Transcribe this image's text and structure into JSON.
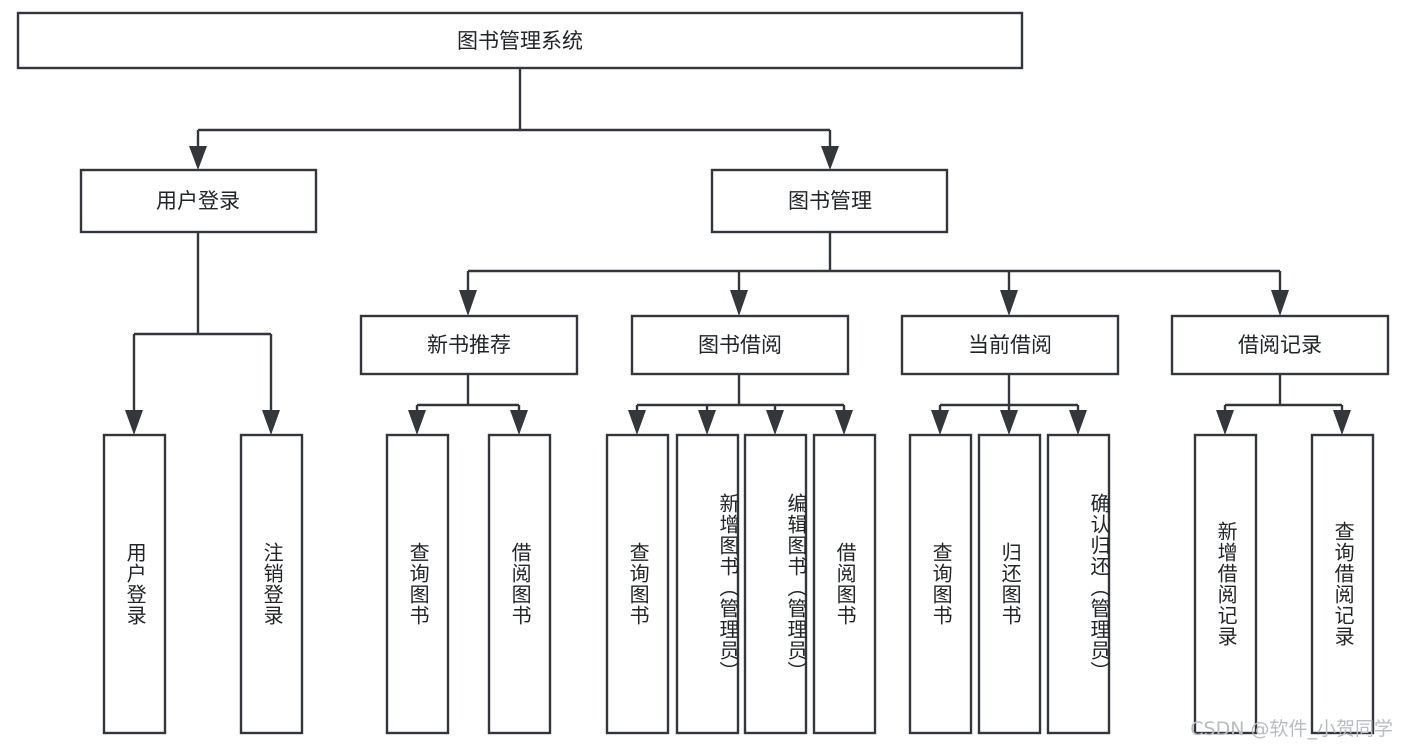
{
  "diagram": {
    "title": "图书管理系统",
    "type": "tree",
    "root": {
      "id": "root",
      "label": "图书管理系统",
      "orientation": "horizontal"
    },
    "level2": [
      {
        "id": "user-login",
        "label": "用户登录",
        "orientation": "horizontal"
      },
      {
        "id": "book-management",
        "label": "图书管理",
        "orientation": "horizontal"
      }
    ],
    "level3": [
      {
        "id": "new-book-recommend",
        "label": "新书推荐",
        "parent": "book-management",
        "orientation": "horizontal"
      },
      {
        "id": "book-borrow",
        "label": "图书借阅",
        "parent": "book-management",
        "orientation": "horizontal"
      },
      {
        "id": "current-borrow",
        "label": "当前借阅",
        "parent": "book-management",
        "orientation": "horizontal"
      },
      {
        "id": "borrow-record",
        "label": "借阅记录",
        "parent": "book-management",
        "orientation": "horizontal"
      }
    ],
    "leaves": [
      {
        "id": "leaf-user-login",
        "label": "用户登录",
        "parent": "user-login",
        "orientation": "vertical"
      },
      {
        "id": "leaf-user-logout",
        "label": "注销登录",
        "parent": "user-login",
        "orientation": "vertical"
      },
      {
        "id": "leaf-query-book-1",
        "label": "查询图书",
        "parent": "new-book-recommend",
        "orientation": "vertical"
      },
      {
        "id": "leaf-borrow-book-1",
        "label": "借阅图书",
        "parent": "new-book-recommend",
        "orientation": "vertical"
      },
      {
        "id": "leaf-query-book-2",
        "label": "查询图书",
        "parent": "book-borrow",
        "orientation": "vertical"
      },
      {
        "id": "leaf-add-book",
        "label": "新增图书（管理员）",
        "parent": "book-borrow",
        "orientation": "vertical"
      },
      {
        "id": "leaf-edit-book",
        "label": "编辑图书（管理员）",
        "parent": "book-borrow",
        "orientation": "vertical"
      },
      {
        "id": "leaf-borrow-book-2",
        "label": "借阅图书",
        "parent": "book-borrow",
        "orientation": "vertical"
      },
      {
        "id": "leaf-query-book-3",
        "label": "查询图书",
        "parent": "current-borrow",
        "orientation": "vertical"
      },
      {
        "id": "leaf-return-book",
        "label": "归还图书",
        "parent": "current-borrow",
        "orientation": "vertical"
      },
      {
        "id": "leaf-confirm-return",
        "label": "确认归还（管理员）",
        "parent": "current-borrow",
        "orientation": "vertical"
      },
      {
        "id": "leaf-add-record",
        "label": "新增借阅记录",
        "parent": "borrow-record",
        "orientation": "vertical"
      },
      {
        "id": "leaf-query-record",
        "label": "查询借阅记录",
        "parent": "borrow-record",
        "orientation": "vertical"
      }
    ],
    "watermark": "CSDN @软件_小贺同学",
    "colors": {
      "stroke": "#33373b",
      "box_fill": "#ffffff",
      "text": "#222528",
      "watermark": "#b9bcc0",
      "background": "#ffffff"
    }
  }
}
